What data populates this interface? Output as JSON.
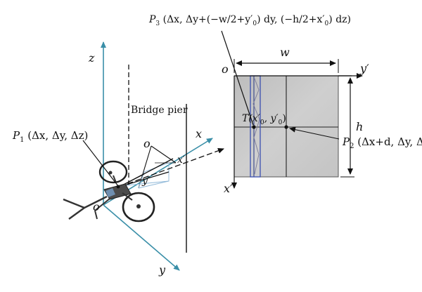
{
  "axes": {
    "z": "z",
    "y": "y",
    "x": "x",
    "o_lower": "o",
    "o_upper": "o",
    "x_prime_cam": "x′",
    "y_prime_cam": "y′"
  },
  "pier_label": "Bridge pier",
  "p1_label": "P",
  "p1_sub": "1",
  "p1_coords": " (Δx, Δy, Δz)",
  "p2_label": "P",
  "p2_sub": "2",
  "p2_coords": " (Δx+d, Δy, Δz)",
  "p3_label": "P",
  "p3_sub": "3",
  "p3_coords": " (Δx, Δy+(−w/2+y′",
  "p3_sub0": "0",
  "p3_mid": ") dy, (−h/2+x′",
  "p3_sub0b": "0",
  "p3_end": ") dz)",
  "image": {
    "origin": "o",
    "w": "w",
    "h": "h",
    "yprime": "y′",
    "xprime": "x′",
    "t_label": "T",
    "t_coords_open": "(x′",
    "t_sub0a": "0",
    "t_comma": ", y′",
    "t_sub0b": "0",
    "t_close": ")"
  },
  "colors": {
    "axis": "#3a8fa8",
    "panel": "#c8c8c8",
    "highlight": "#3a4fb0",
    "ink": "#111111"
  }
}
